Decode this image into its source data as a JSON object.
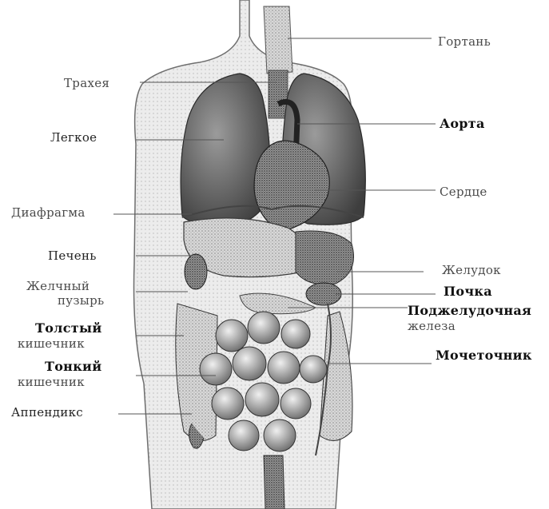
{
  "labels": {
    "gortan": "Гортань",
    "trakheya": "Трахея",
    "aorta": "Аорта",
    "legkoe": "Легкое",
    "serdtse": "Сердце",
    "diafragma": "Диафрагма",
    "pechen": "Печень",
    "zheludok": "Желудок",
    "zhelchny_1": "Желчный",
    "zhelchny_2": "пузырь",
    "pochka": "Почка",
    "podzhel_1": "Поджелудочная",
    "podzhel_2": "железа",
    "tolsty_1": "Толстый",
    "tolsty_2": "кишечник",
    "mochetochnik": "Мочеточник",
    "tonky_1": "Тонкий",
    "tonky_2": "кишечник",
    "appendiks": "Аппендикс"
  }
}
